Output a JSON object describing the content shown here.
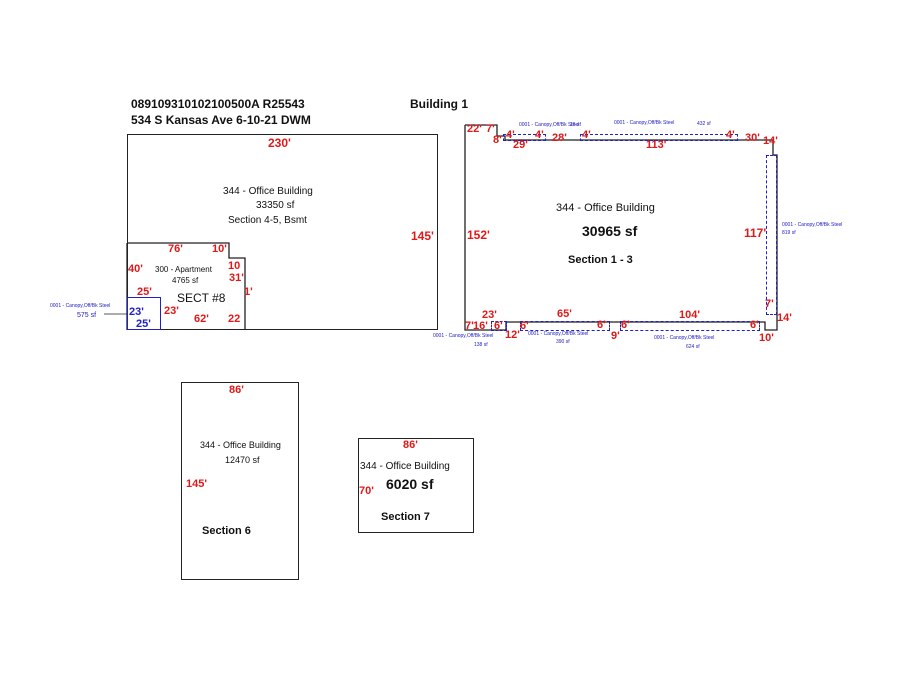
{
  "header": {
    "parcel_line": "089109310102100500A R25543",
    "address_line": "534 S Kansas Ave 6-10-21 DWM",
    "building": "Building 1"
  },
  "section_a": {
    "use": "344 - Office Building",
    "area": "33350 sf",
    "name": "Section 4-5, Bsmt",
    "dims": {
      "top": "230'",
      "right": "145'"
    }
  },
  "apartment": {
    "use": "300 - Apartment",
    "area": "4765 sf",
    "name": "SECT #8",
    "dims": {
      "top_a": "76'",
      "top_b": "10'",
      "left": "40'",
      "r1": "10",
      "r2": "31'",
      "r3": "1'",
      "d1": "25'",
      "d2": "23'",
      "bottom": "62'",
      "br": "22"
    }
  },
  "canopy_small": {
    "label": "0001 - Canopy,Off/Bk Steel",
    "area": "575 sf",
    "dim_h": "23'",
    "dim_w": "25'"
  },
  "section_b": {
    "use": "344 - Office Building",
    "area": "30965 sf",
    "name": "Section 1 - 3",
    "dims": {
      "left": "152'",
      "right": "117'",
      "tl_a": "22'",
      "tl_b": "7'",
      "tl_c": "8'",
      "tl_d": "4'",
      "tl_e": "29'",
      "tl_f": "4'",
      "tl_g": "28'",
      "tl_h": "4'",
      "top": "113'",
      "tr_a": "4'",
      "tr_b": "30'",
      "tr_c": "14'",
      "bl_a": "23'",
      "bl_b": "7'",
      "bl_c": "16'",
      "bl_d": "6'",
      "bl_e": "12'",
      "bl_f": "6'",
      "b1": "65'",
      "b2": "6'",
      "b3": "6'",
      "b4": "9'",
      "b5": "104'",
      "b6": "6'",
      "br_a": "7'",
      "br_b": "14'",
      "br_c": "10'"
    },
    "canopies": {
      "top_label": "0001 - Canopy,Off/Bk Steel",
      "top_left_area": "16 sf",
      "top_right_area": "432 sf",
      "right_label": "0001 - Canopy,Off/Bk Steel",
      "right_area": "819 sf",
      "b1_label": "0001 - Canopy,Off/Bk Steel",
      "b1_area": "138 sf",
      "b2_label": "0001 - Canopy,Off/Bk Steel",
      "b2_area": "390 sf",
      "b3_label": "0001 - Canopy,Off/Bk Steel",
      "b3_area": "624 sf"
    }
  },
  "section_6": {
    "use": "344 - Office Building",
    "area": "12470 sf",
    "name": "Section 6",
    "dims": {
      "top": "86'",
      "left": "145'"
    }
  },
  "section_7": {
    "use": "344 - Office Building",
    "area": "6020 sf",
    "name": "Section 7",
    "dims": {
      "top": "86'",
      "left": "70'"
    }
  }
}
